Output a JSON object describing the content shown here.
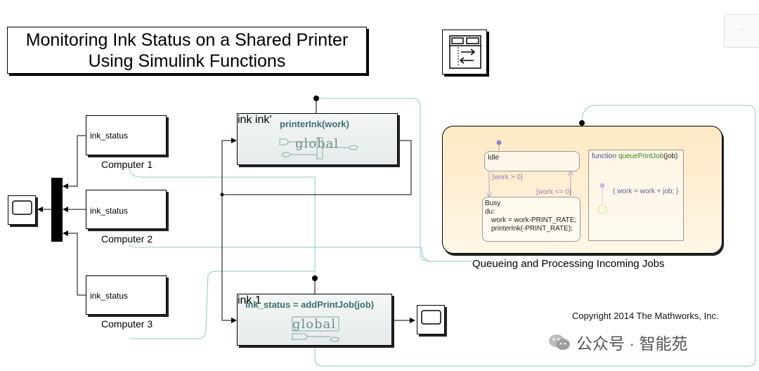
{
  "title": {
    "line1": "Monitoring Ink Status on a Shared Printer",
    "line2": "Using Simulink Functions"
  },
  "computers": [
    {
      "port": "ink_status",
      "label": "Computer 1"
    },
    {
      "port": "ink_status",
      "label": "Computer 2"
    },
    {
      "port": "ink_status",
      "label": "Computer 3"
    }
  ],
  "printer_ink_fn": {
    "title": "printerInk(work)",
    "in_port": "ink",
    "out_port": "ink'",
    "watermark": "global"
  },
  "add_job_fn": {
    "title": "ink_status = addPrintJob(job)",
    "in_port": "ink",
    "out_port": "1",
    "watermark": "global"
  },
  "chart": {
    "caption": "Queueing and Processing Incoming Jobs",
    "idle_state": "Idle",
    "busy_state": {
      "name": "Busy",
      "du": "du:",
      "line1": "work = work-PRINT_RATE;",
      "line2": "printerInk(-PRINT_RATE);"
    },
    "transition_up": "[work > 0]",
    "transition_down": "[work <= 0]",
    "function_state": {
      "keyword": "function",
      "name": "queuePrintJob",
      "arg": "(job)",
      "body": "{ work = work + job; }"
    }
  },
  "copyright": "Copyright 2014 The Mathworks, Inc.",
  "watermark_text": "公众号 · 智能苑",
  "corner_button_glyph": "'",
  "colors": {
    "signal_line": "#8fc7c3",
    "fn_title": "#3a7070",
    "transition": "#9a7bb0",
    "chart_fill": "#fde9c4"
  }
}
